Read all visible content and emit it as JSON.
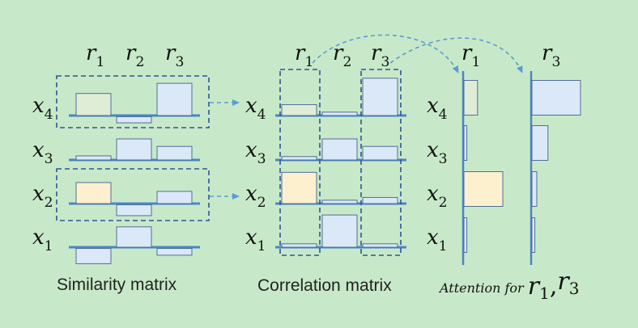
{
  "colors": {
    "background": "#c8e9c9",
    "baseline": "#4a86c5",
    "bar_blue_fill": "#dbe8f7",
    "bar_green_fill": "#e0edd6",
    "bar_yellow_fill": "#fdf0cf",
    "bar_stroke": "#4f6e9a",
    "dashed": "#2f5597",
    "arrow": "#5b9bd5"
  },
  "column_labels": [
    {
      "base": "r",
      "sub": "1"
    },
    {
      "base": "r",
      "sub": "2"
    },
    {
      "base": "r",
      "sub": "3"
    }
  ],
  "row_labels": [
    {
      "base": "x",
      "sub": "4"
    },
    {
      "base": "x",
      "sub": "3"
    },
    {
      "base": "x",
      "sub": "2"
    },
    {
      "base": "x",
      "sub": "1"
    }
  ],
  "attention_labels": [
    {
      "base": "r",
      "sub": "1"
    },
    {
      "base": "r",
      "sub": "3"
    }
  ],
  "similarity_matrix": {
    "caption": "Similarity matrix",
    "values": [
      [
        0.65,
        -0.18,
        0.95
      ],
      [
        0.12,
        0.62,
        0.4
      ],
      [
        0.62,
        -0.32,
        0.36
      ],
      [
        -0.45,
        0.6,
        -0.2
      ]
    ]
  },
  "correlation_matrix": {
    "caption": "Correlation matrix",
    "values": [
      [
        0.32,
        0.1,
        1.1
      ],
      [
        0.1,
        0.62,
        0.4
      ],
      [
        0.92,
        0.1,
        0.18
      ],
      [
        0.1,
        0.95,
        0.1
      ]
    ]
  },
  "attention": {
    "caption_text": "Attention for ",
    "caption_math": [
      {
        "base": "r",
        "sub": "1"
      },
      {
        "base": ",",
        "sub": ""
      },
      {
        "base": "r",
        "sub": "3"
      }
    ],
    "r1_values": [
      0.28,
      0.06,
      0.8,
      0.06
    ],
    "r3_values": [
      1.0,
      0.33,
      0.1,
      0.06
    ]
  }
}
